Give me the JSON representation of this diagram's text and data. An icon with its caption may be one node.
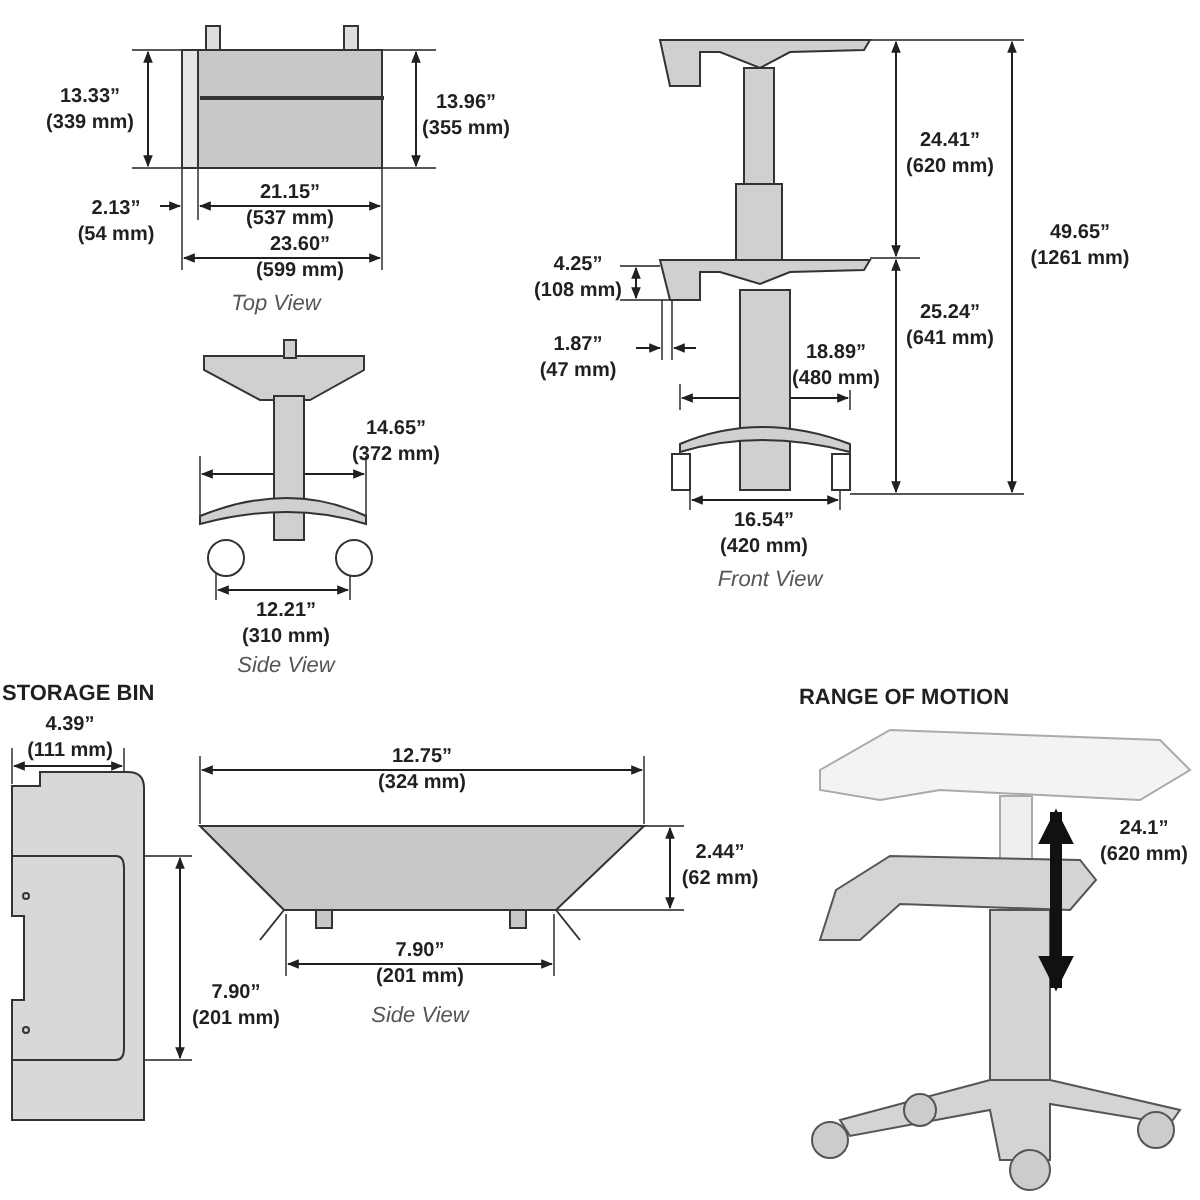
{
  "diagram": {
    "labels": [
      "13.33” (339 mm)",
      "13.96” (355 mm)",
      "2.13” (54 mm)",
      "21.15” (537 mm)",
      "23.60” (599 mm)",
      "Top View",
      "24.41” (620 mm)",
      "49.65” (1261 mm)",
      "4.25” (108 mm)",
      "25.24” (641 mm)",
      "1.87” (47 mm)",
      "18.89” (480 mm)",
      "14.65” (372 mm)",
      "16.54” (420 mm)",
      "Front View",
      "12.21” (310 mm)",
      "Side View",
      "STORAGE BIN",
      "RANGE OF MOTION",
      "4.39” (111 mm)",
      "12.75” (324 mm)",
      "2.44” (62 mm)",
      "24.1” (620 mm)",
      "7.90” (201 mm)",
      "7.90” (201 mm)",
      "Side View"
    ]
  }
}
